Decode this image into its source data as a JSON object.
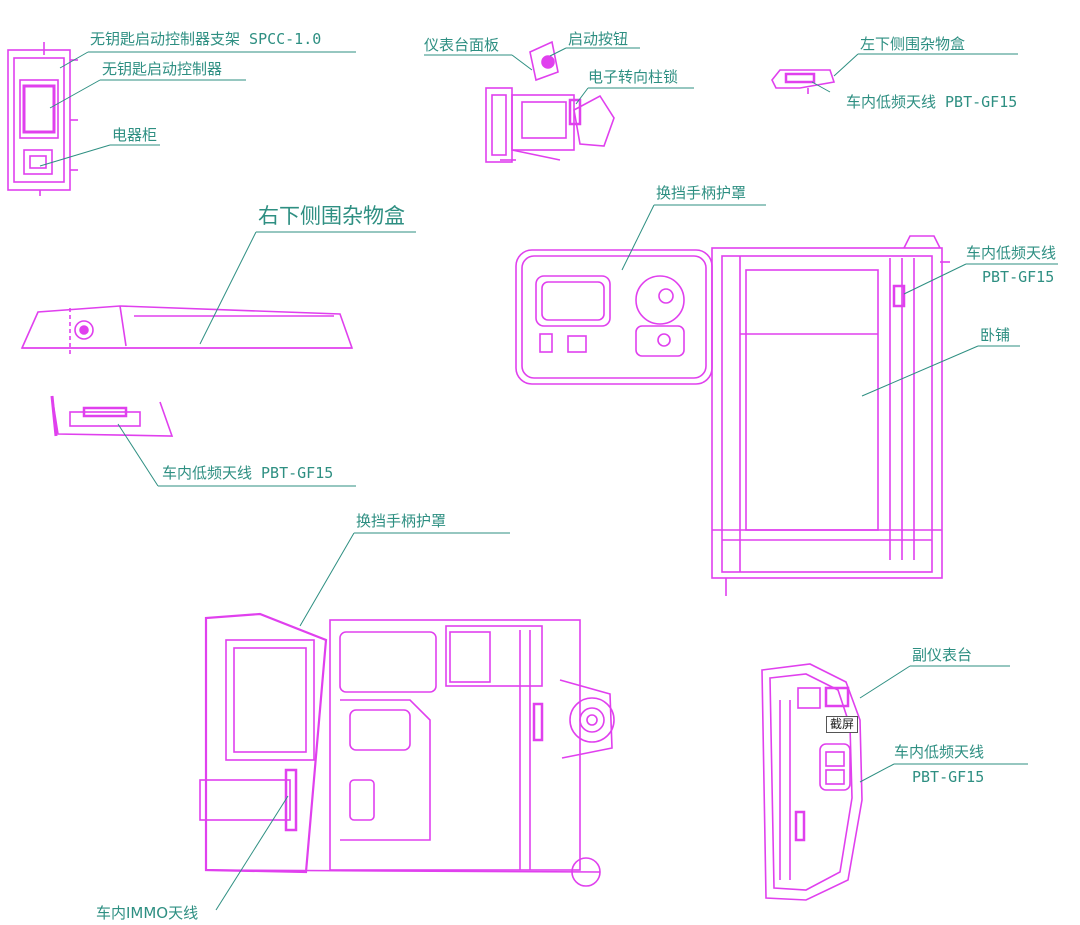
{
  "colors": {
    "drawing": "#e040ee",
    "leader": "#2e8f82",
    "label": "#2e8f82"
  },
  "labels": {
    "keyless_bracket": "无钥匙启动控制器支架 SPCC-1.0",
    "keyless_controller": "无钥匙启动控制器",
    "electrical_cabinet": "电器柜",
    "dash_panel": "仪表台面板",
    "start_button": "启动按钮",
    "steering_lock": "电子转向柱锁",
    "left_box": "左下侧围杂物盒",
    "antenna_top_right": "车内低频天线 PBT-GF15",
    "right_box": "右下侧围杂物盒",
    "antenna_left_mid": "车内低频天线 PBT-GF15",
    "shifter_cover_mid": "换挡手柄护罩",
    "antenna_bed_1": "车内低频天线",
    "antenna_bed_2": "PBT-GF15",
    "sleeper": "卧铺",
    "shifter_cover_bottom": "换挡手柄护罩",
    "immo_antenna": "车内IMMO天线",
    "aux_dash": "副仪表台",
    "antenna_aux_1": "车内低频天线",
    "antenna_aux_2": "PBT-GF15",
    "screenshot_tag": "截屏"
  }
}
